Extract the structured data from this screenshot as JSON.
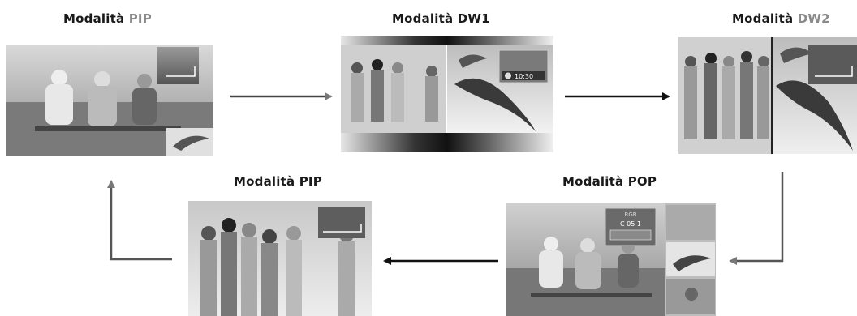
{
  "modes": [
    {
      "label_main": "Modalità",
      "label_mode": "PIP"
    },
    {
      "label_main": "Modalità",
      "label_mode": "DW1"
    },
    {
      "label_main": "Modalità",
      "label_mode": "DW2"
    },
    {
      "label_main": "Modalità",
      "label_mode": "POP"
    },
    {
      "label_main": "Modalità",
      "label_mode": "PIP"
    }
  ],
  "dw1_overlay": {
    "time": "10:30"
  },
  "pop_overlay": {
    "source": "RGB",
    "channel": "C 05  1"
  },
  "colors": {
    "arrow_dark": "#111111",
    "arrow_gray": "#777777"
  }
}
